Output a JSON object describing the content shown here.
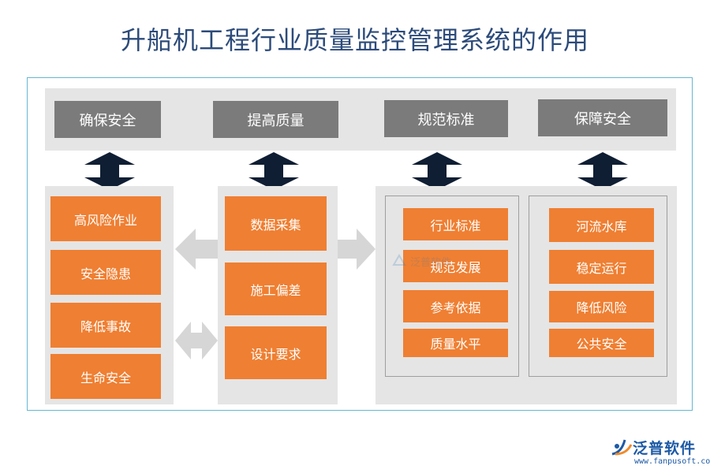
{
  "title": "升船机工程行业质量监控管理系统的作用",
  "colors": {
    "title": "#2c4b7a",
    "header_box": "#7b7b7b",
    "orange_box": "#ef7f32",
    "panel": "#e5e5e5",
    "arrow_dark": "#0f1e33",
    "arrow_light": "#d6d6d6",
    "frame": "#67b7d1"
  },
  "headers": [
    "确保安全",
    "提高质量",
    "规范标准",
    "保障安全"
  ],
  "columns": {
    "col1": [
      "高风险作业",
      "安全隐患",
      "降低事故",
      "生命安全"
    ],
    "col2": [
      "数据采集",
      "施工偏差",
      "设计要求"
    ],
    "col3": [
      "行业标准",
      "规范发展",
      "参考依据",
      "质量水平"
    ],
    "col4": [
      "河流水库",
      "稳定运行",
      "降低风险",
      "公共安全"
    ]
  },
  "watermark": "泛普软件",
  "logo": {
    "name": "泛普软件",
    "url": "www.fanpusoft.com"
  }
}
